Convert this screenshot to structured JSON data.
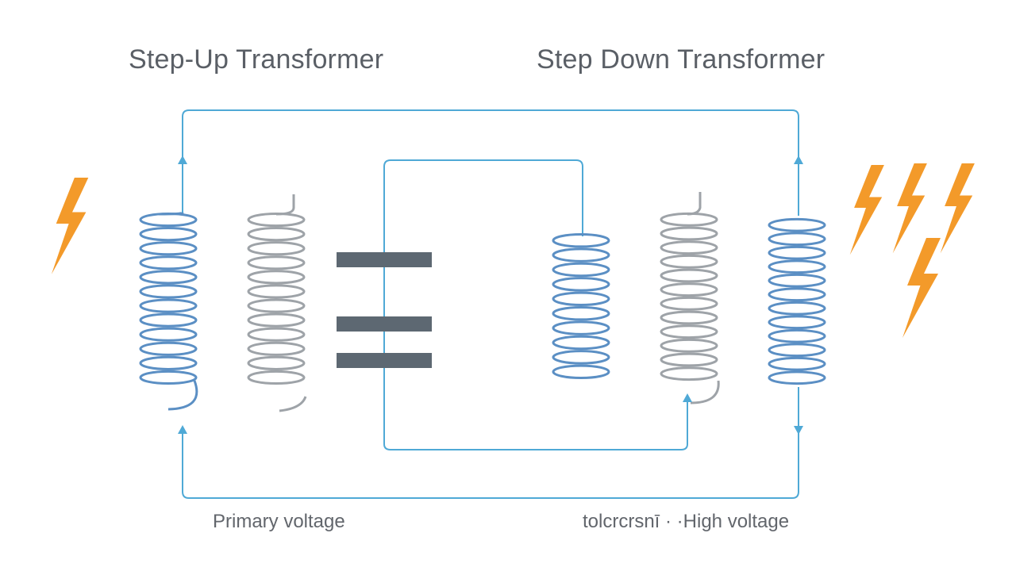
{
  "titles": {
    "step_up": "Step-Up Transformer",
    "step_down": "Step Down Transformer"
  },
  "captions": {
    "primary": "Primary voltage",
    "secondary": "tolcrcrsnī · ·High voltage"
  },
  "colors": {
    "wire": "#4fa9d6",
    "coil_blue": "#5b8fc4",
    "coil_gray": "#9ea3a8",
    "core": "#5d6872",
    "bolt": "#f39a2a",
    "text": "#5a5f66"
  },
  "icons": {
    "bolt": "lightning-bolt-icon",
    "arrow": "arrow-head-icon"
  }
}
